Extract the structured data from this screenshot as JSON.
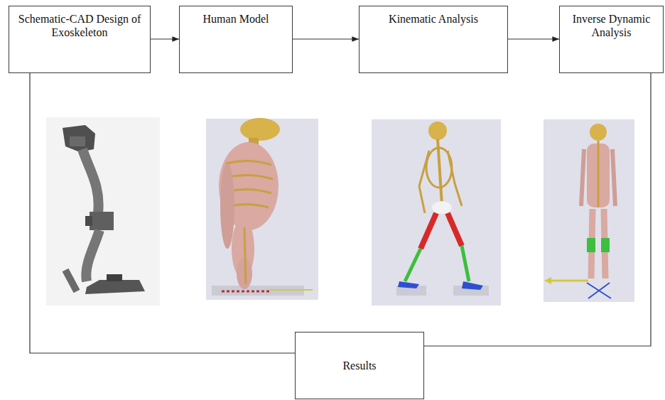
{
  "diagram": {
    "nodes": [
      {
        "text": [
          "Schematic-CAD Design of Exoskeleton"
        ]
      },
      {
        "text": [
          "Human Model"
        ]
      },
      {
        "text": [
          "Kinematic Analysis"
        ]
      },
      {
        "text": [
          "Inverse Dynamic Analysis"
        ]
      },
      {
        "text": [
          "Results"
        ]
      }
    ],
    "edges": [
      {
        "from": 0,
        "to": 1,
        "arrow": "to"
      },
      {
        "from": 1,
        "to": 2,
        "arrow": "to"
      },
      {
        "from": 2,
        "to": 3,
        "arrow": "to"
      },
      {
        "from": 0,
        "to": 4,
        "arrow": "none"
      },
      {
        "from": 3,
        "to": 4,
        "arrow": "none"
      }
    ]
  }
}
